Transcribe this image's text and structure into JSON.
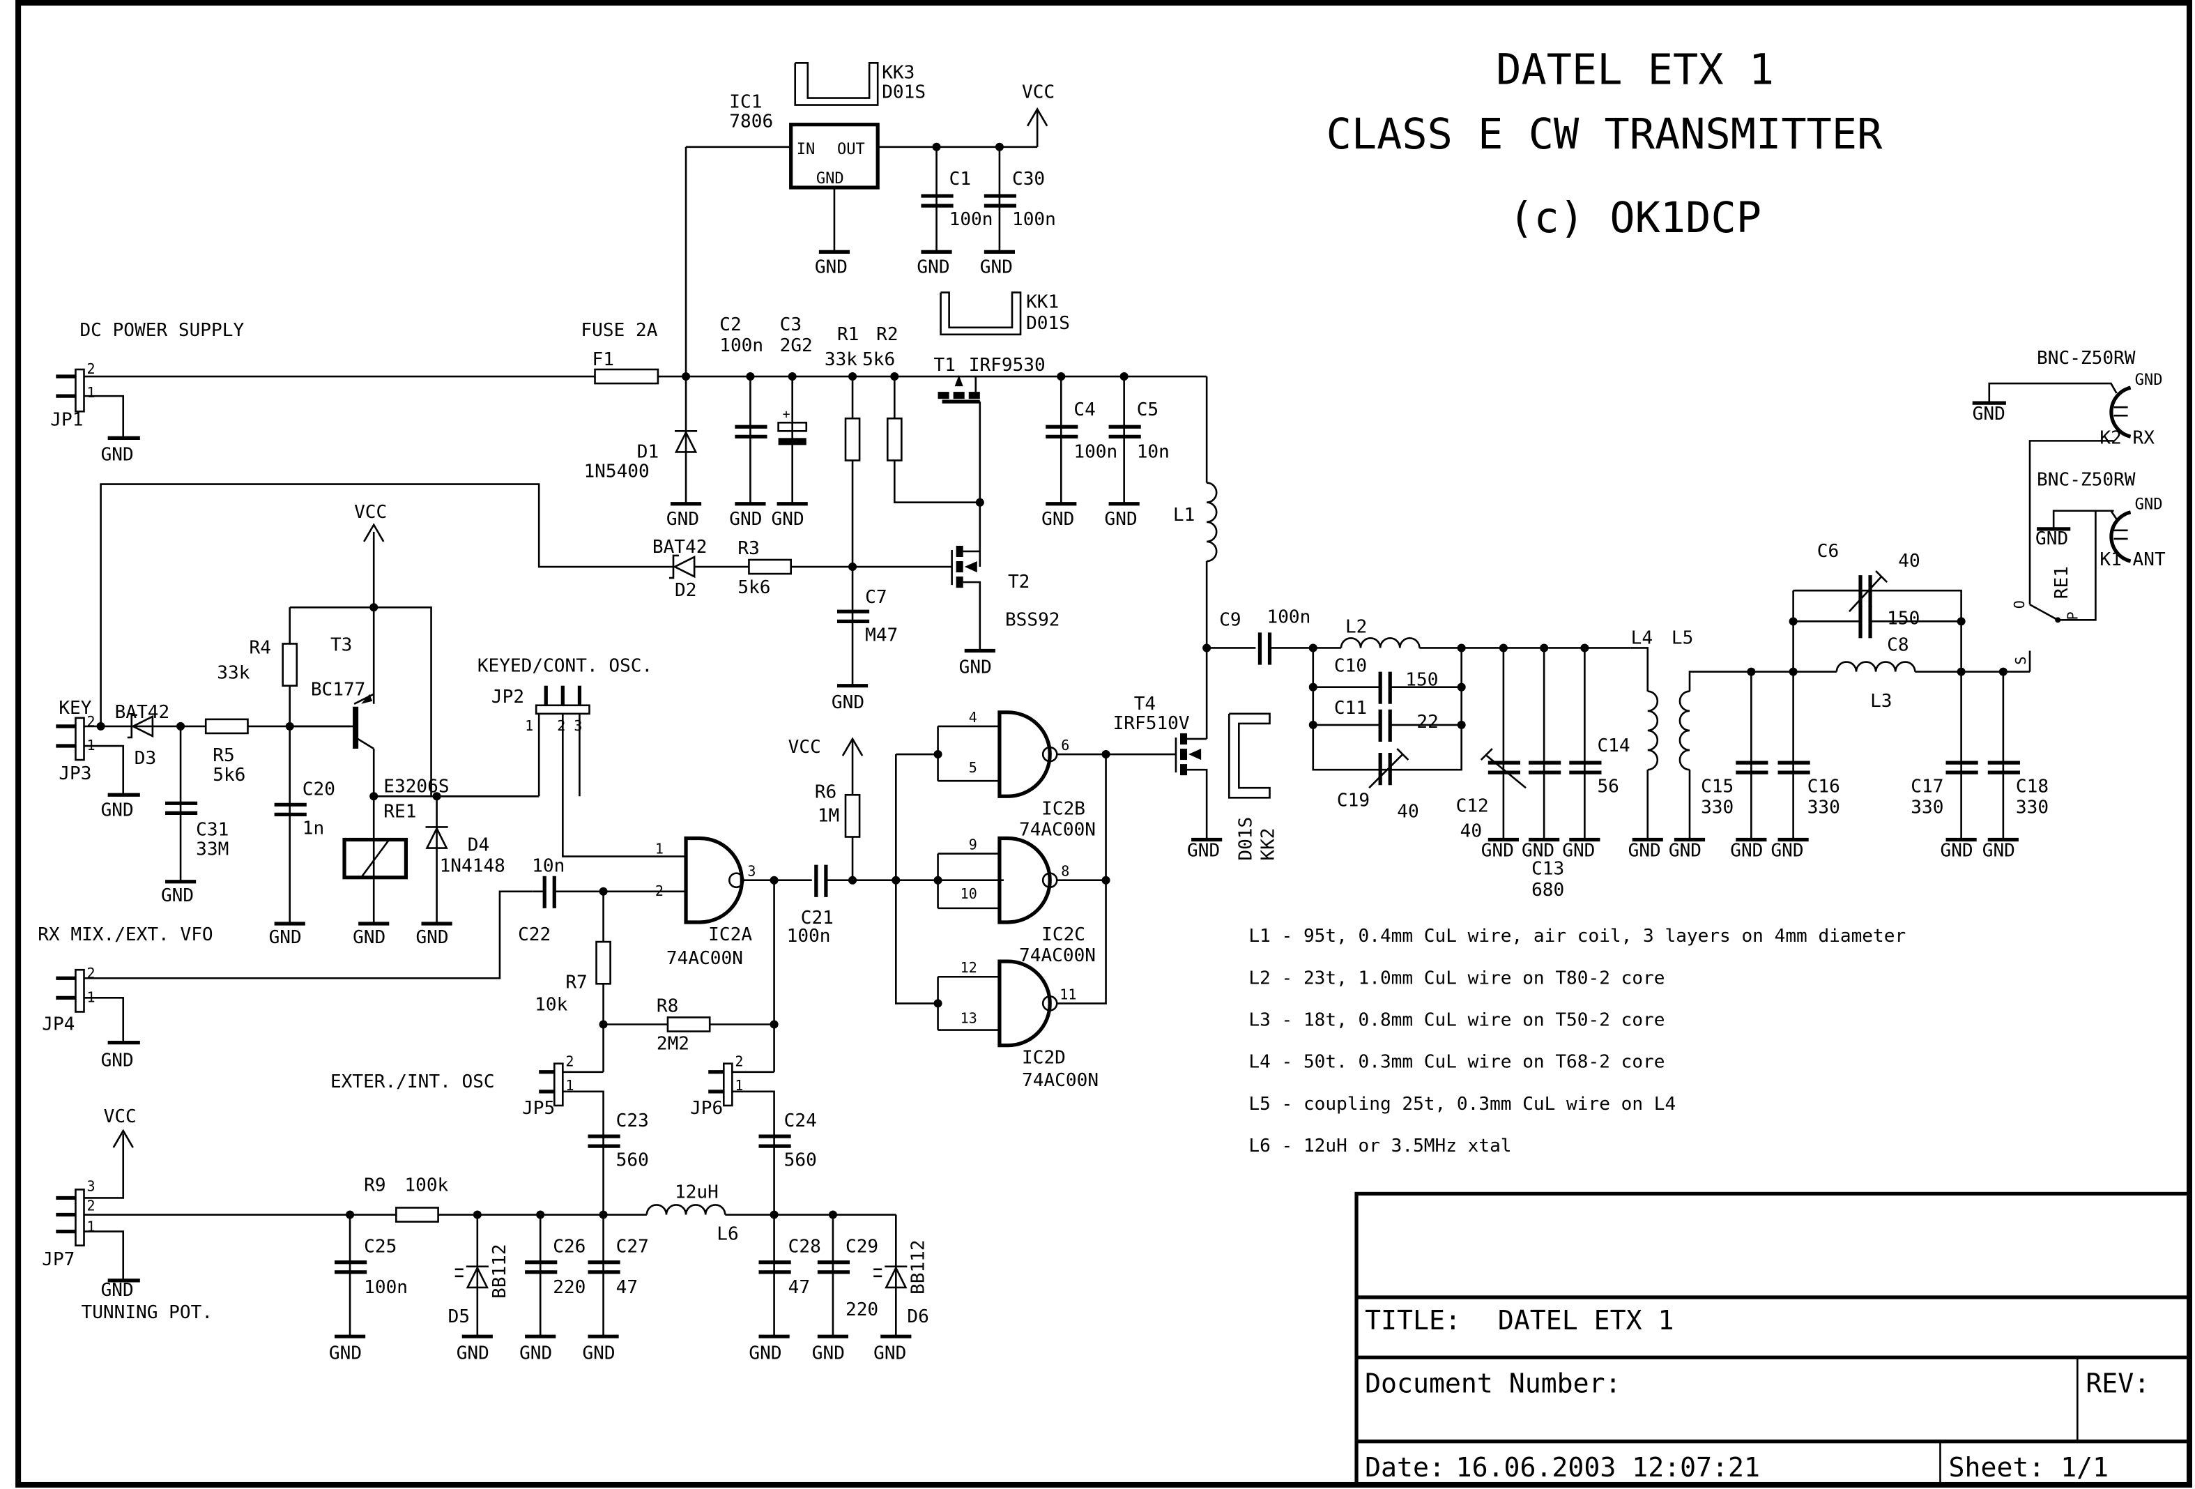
{
  "title_block_header": {
    "line1": "DATEL ETX 1",
    "line2": "CLASS E CW TRANSMITTER",
    "line3": "(c) OK1DCP"
  },
  "title_block": {
    "title_label": "TITLE:",
    "title_value": "DATEL ETX 1",
    "document_number_label": "Document Number:",
    "document_number_value": "",
    "rev_label": "REV:",
    "rev_value": "",
    "date_label": "Date:",
    "date_value": "16.06.2003 12:07:21",
    "sheet_label": "Sheet:",
    "sheet_value": "1/1"
  },
  "section_labels": {
    "dc_power_supply": "DC POWER SUPPLY",
    "fuse": "FUSE 2A",
    "keyed_cont_osc": "KEYED/CONT. OSC.",
    "rx_mix_ext_vfo": "RX MIX./EXT. VFO",
    "exter_int_osc": "EXTER./INT. OSC",
    "tunning_pot": "TUNNING POT.",
    "key": "KEY"
  },
  "net_labels": {
    "gnd": "GND",
    "vcc": "VCC"
  },
  "components": {
    "IC1": {
      "ref": "IC1",
      "value": "7806",
      "pin_in": "IN",
      "pin_out": "OUT",
      "pin_gnd": "GND"
    },
    "KK3": {
      "ref": "KK3",
      "value": "D01S"
    },
    "KK1": {
      "ref": "KK1",
      "value": "D01S"
    },
    "KK2": {
      "ref": "KK2",
      "value": "D01S"
    },
    "C1": {
      "ref": "C1",
      "value": "100n"
    },
    "C30": {
      "ref": "C30",
      "value": "100n"
    },
    "C2": {
      "ref": "C2",
      "value": "100n"
    },
    "C3": {
      "ref": "C3",
      "value": "2G2"
    },
    "R1": {
      "ref": "R1",
      "value": "33k"
    },
    "R2": {
      "ref": "R2",
      "value": "5k6"
    },
    "T1": {
      "ref": "T1",
      "value": "IRF9530"
    },
    "C4": {
      "ref": "C4",
      "value": "100n"
    },
    "C5": {
      "ref": "C5",
      "value": "10n"
    },
    "F1": {
      "ref": "F1"
    },
    "D1": {
      "ref": "D1",
      "value": "1N5400"
    },
    "JP1": {
      "ref": "JP1"
    },
    "D2": {
      "ref": "D2",
      "value": "BAT42"
    },
    "R3": {
      "ref": "R3",
      "value": "5k6"
    },
    "C7": {
      "ref": "C7",
      "value": "M47"
    },
    "T2": {
      "ref": "T2",
      "value": "BSS92"
    },
    "L1": {
      "ref": "L1"
    },
    "T3": {
      "ref": "T3",
      "value": "BC177"
    },
    "R4": {
      "ref": "R4",
      "value": "33k"
    },
    "JP2": {
      "ref": "JP2"
    },
    "JP3": {
      "ref": "JP3"
    },
    "D3": {
      "ref": "D3",
      "value": "BAT42"
    },
    "R5": {
      "ref": "R5",
      "value": "5k6"
    },
    "C20": {
      "ref": "C20",
      "value": "1n"
    },
    "C31": {
      "ref": "C31",
      "value": "33M"
    },
    "RE1": {
      "ref": "RE1",
      "value": "E3206S"
    },
    "D4": {
      "ref": "D4",
      "value": "1N4148"
    },
    "R6": {
      "ref": "R6",
      "value": "1M"
    },
    "C21": {
      "ref": "C21",
      "value": "100n"
    },
    "C22": {
      "ref": "C22",
      "value": "10n"
    },
    "IC2A": {
      "ref": "IC2A",
      "value": "74AC00N"
    },
    "IC2B": {
      "ref": "IC2B",
      "value": "74AC00N"
    },
    "IC2C": {
      "ref": "IC2C",
      "value": "74AC00N"
    },
    "IC2D": {
      "ref": "IC2D",
      "value": "74AC00N"
    },
    "T4": {
      "ref": "T4",
      "value": "IRF510V"
    },
    "C9": {
      "ref": "C9",
      "value": "100n"
    },
    "L2": {
      "ref": "L2"
    },
    "C10": {
      "ref": "C10",
      "value": "150"
    },
    "C11": {
      "ref": "C11",
      "value": "22"
    },
    "C19": {
      "ref": "C19",
      "value": "40"
    },
    "C12": {
      "ref": "C12",
      "value": "40"
    },
    "C13": {
      "ref": "C13",
      "value": "680"
    },
    "C14": {
      "ref": "C14",
      "value": "56"
    },
    "L4": {
      "ref": "L4"
    },
    "L5": {
      "ref": "L5"
    },
    "C15": {
      "ref": "C15",
      "value": "330"
    },
    "C16": {
      "ref": "C16",
      "value": "330"
    },
    "C6": {
      "ref": "C6",
      "value": "40"
    },
    "C8": {
      "ref": "C8",
      "value": "150"
    },
    "L3": {
      "ref": "L3"
    },
    "C17": {
      "ref": "C17",
      "value": "330"
    },
    "C18": {
      "ref": "C18",
      "value": "330"
    },
    "K1": {
      "ref": "K1 ANT",
      "value": "BNC-Z50RW"
    },
    "K2": {
      "ref": "K2 RX",
      "value": "BNC-Z50RW"
    },
    "RE1_contact": {
      "ref": "RE1",
      "pin_o": "O",
      "pin_p": "P",
      "pin_s": "S"
    },
    "JP4": {
      "ref": "JP4"
    },
    "R7": {
      "ref": "R7",
      "value": "10k"
    },
    "R8": {
      "ref": "R8",
      "value": "2M2"
    },
    "JP5": {
      "ref": "JP5"
    },
    "JP6": {
      "ref": "JP6"
    },
    "C23": {
      "ref": "C23",
      "value": "560"
    },
    "C24": {
      "ref": "C24",
      "value": "560"
    },
    "JP7": {
      "ref": "JP7"
    },
    "R9": {
      "ref": "R9",
      "value": "100k"
    },
    "C25": {
      "ref": "C25",
      "value": "100n"
    },
    "D5": {
      "ref": "D5",
      "value": "BB112"
    },
    "C26": {
      "ref": "C26",
      "value": "220"
    },
    "C27": {
      "ref": "C27",
      "value": "47"
    },
    "L6": {
      "ref": "L6",
      "value": "12uH"
    },
    "C28": {
      "ref": "C28",
      "value": "47"
    },
    "C29": {
      "ref": "C29",
      "value": "220"
    },
    "D6": {
      "ref": "D6",
      "value": "BB112"
    }
  },
  "pins": {
    "p1": "1",
    "p2": "2",
    "p3": "3",
    "p4": "4",
    "p5": "5",
    "p6": "6",
    "p8": "8",
    "p9": "9",
    "p10": "10",
    "p11": "11",
    "p12": "12",
    "p13": "13"
  },
  "notes": [
    "L1 - 95t, 0.4mm CuL wire, air coil, 3 layers on 4mm diameter",
    "L2 - 23t, 1.0mm CuL wire on T80-2 core",
    "L3 - 18t, 0.8mm CuL wire on T50-2 core",
    "L4 - 50t. 0.3mm CuL wire on T68-2 core",
    "L5 - coupling 25t, 0.3mm CuL wire on L4",
    "L6 - 12uH or 3.5MHz xtal"
  ]
}
